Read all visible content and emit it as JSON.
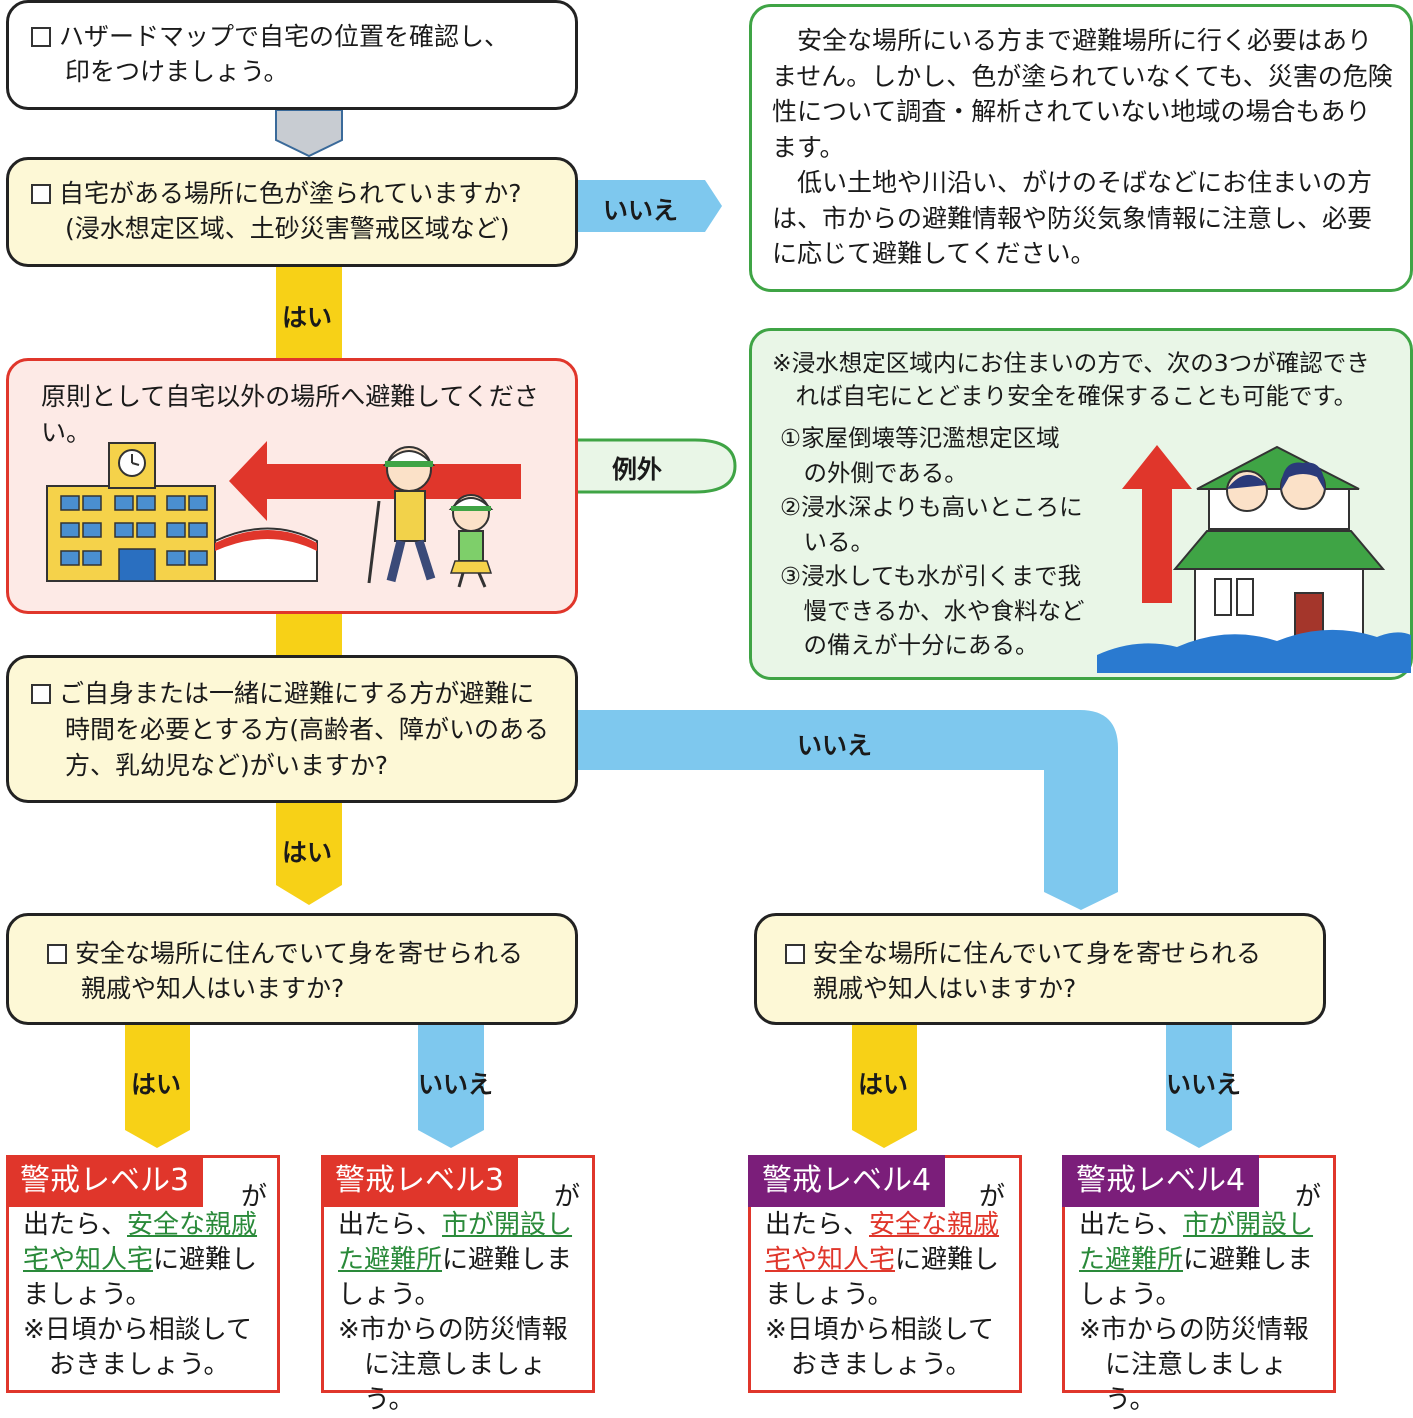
{
  "colors": {
    "yes": "#f7d117",
    "no": "#7ec8ee",
    "alert3": "#e0362b",
    "alert4": "#7b1e7a",
    "underline": "#2a8a3a",
    "green_border": "#3fa445",
    "red_border": "#e0362b"
  },
  "box1": {
    "line1": "ハザードマップで自宅の位置を確認し、",
    "line2": "印をつけましょう。"
  },
  "info1": {
    "lines": [
      "　安全な場所にいる方まで避難場所に行く必要はあり",
      "ません。しかし、色が塗られていなくても、災害の危険",
      "性について調査・解析されていない地域の場合もあり",
      "ます。",
      "　低い土地や川沿い、がけのそばなどにお住まいの方",
      "は、市からの避難情報や防災気象情報に注意し、必要",
      "に応じて避難してください。"
    ]
  },
  "q1": {
    "line1": "自宅がある場所に色が塗られていますか?",
    "line2": "(浸水想定区域、土砂災害警戒区域など)",
    "no": "いいえ",
    "yes": "はい"
  },
  "evac": {
    "text": "原則として自宅以外の場所へ避難してください。",
    "exception": "例外"
  },
  "info2": {
    "lines": [
      "※浸水想定区域内にお住まいの方で、次の3つが確認でき",
      "　れば自宅にとどまり安全を確保することも可能です。"
    ],
    "items": [
      "①家屋倒壊等氾濫想定区域",
      "　の外側である。",
      "②浸水深よりも高いところに",
      "　いる。",
      "③浸水しても水が引くまで我",
      "　慢できるか、水や食料など",
      "　の備えが十分にある。"
    ]
  },
  "q2": {
    "line1": "ご自身または一緒に避難にする方が避難に",
    "line2": "時間を必要とする方(高齢者、障がいのある",
    "line3": "方、乳幼児など)がいますか?",
    "no": "いいえ",
    "yes": "はい"
  },
  "q3": {
    "line1": "安全な場所に住んでいて身を寄せられる",
    "line2": "親戚や知人はいますか?"
  },
  "yes": "はい",
  "no": "いいえ",
  "results": [
    {
      "badge": "警戒レベル3",
      "ga": "が",
      "pre": "出たら、",
      "ul": [
        "安全な親戚",
        "宅や知人宅"
      ],
      "post": "に避難し",
      "l3": "ましょう。",
      "note1": "※日頃から相談して",
      "note2": "おきましょう。"
    },
    {
      "badge": "警戒レベル3",
      "ga": "が",
      "pre": "出たら、",
      "ul": [
        "市が開設し",
        "た避難所"
      ],
      "post": "に避難しま",
      "l3": "しょう。",
      "note1": "※市からの防災情報",
      "note2": "に注意しましょう。"
    },
    {
      "badge": "警戒レベル4",
      "ga": "が",
      "pre": "出たら、",
      "ul": [
        "安全な親戚",
        "宅や知人宅"
      ],
      "post": "に避難し",
      "l3": "ましょう。",
      "note1": "※日頃から相談して",
      "note2": "おきましょう。"
    },
    {
      "badge": "警戒レベル4",
      "ga": "が",
      "pre": "出たら、",
      "ul": [
        "市が開設し",
        "た避難所"
      ],
      "post": "に避難しま",
      "l3": "しょう。",
      "note1": "※市からの防災情報",
      "note2": "に注意しましょう。"
    }
  ]
}
